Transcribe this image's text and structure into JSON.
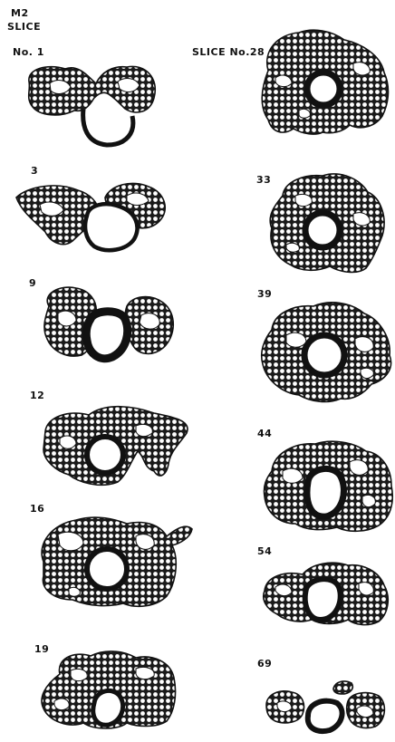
{
  "header": {
    "line1": "M2",
    "line2": "SLICE"
  },
  "left_column": [
    {
      "label": "No. 1"
    },
    {
      "label": "3"
    },
    {
      "label": "9"
    },
    {
      "label": "12"
    },
    {
      "label": "16"
    },
    {
      "label": "19"
    }
  ],
  "right_column": [
    {
      "label": "SLICE No.28"
    },
    {
      "label": "33"
    },
    {
      "label": "39"
    },
    {
      "label": "44"
    },
    {
      "label": "54"
    },
    {
      "label": "69"
    }
  ]
}
